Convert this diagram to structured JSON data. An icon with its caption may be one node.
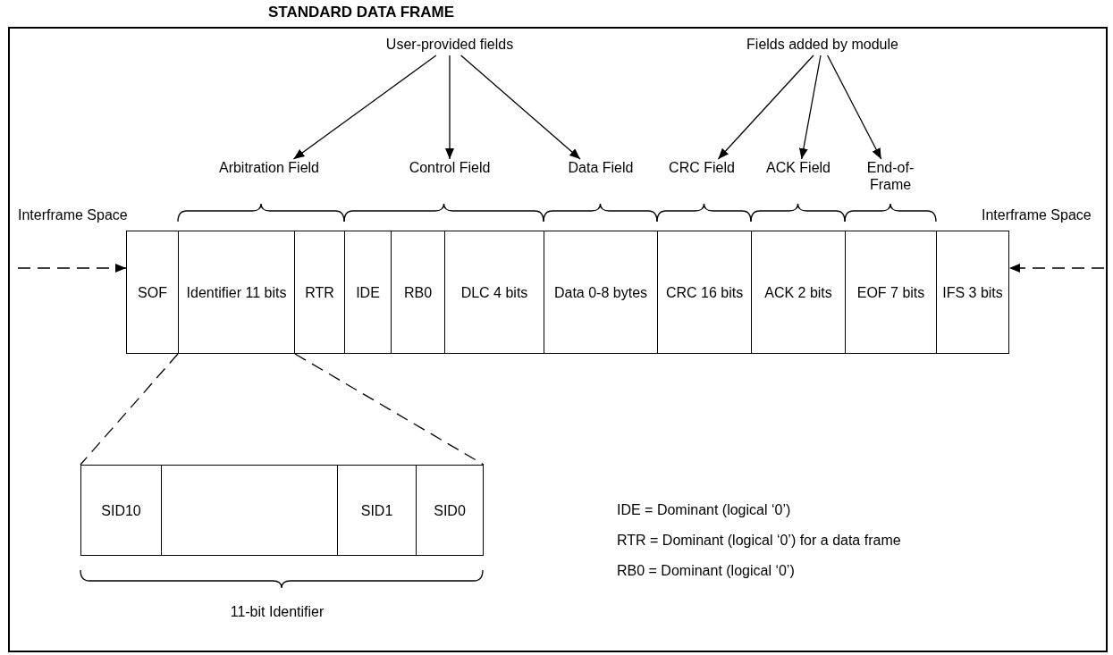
{
  "diagram": {
    "title": "STANDARD DATA FRAME",
    "nodes": [
      {
        "text": [
          "User-provided fields"
        ]
      },
      {
        "text": [
          "Fields added by module"
        ]
      },
      {
        "text": [
          "Arbitration Field"
        ]
      },
      {
        "text": [
          "Control Field"
        ]
      },
      {
        "text": [
          "Data Field"
        ]
      },
      {
        "text": [
          "CRC Field"
        ]
      },
      {
        "text": [
          "ACK Field"
        ]
      },
      {
        "text": [
          "End-of-Frame"
        ]
      },
      {
        "text": [
          "SOF"
        ]
      },
      {
        "text": [
          "Identifier 11 bits"
        ]
      },
      {
        "text": [
          "RTR"
        ]
      },
      {
        "text": [
          "IDE"
        ]
      },
      {
        "text": [
          "RB0"
        ]
      },
      {
        "text": [
          "DLC 4 bits"
        ]
      },
      {
        "text": [
          "Data 0-8 bytes"
        ]
      },
      {
        "text": [
          "CRC 16 bits"
        ]
      },
      {
        "text": [
          "ACK 2 bits"
        ]
      },
      {
        "text": [
          "EOF 7 bits"
        ]
      },
      {
        "text": [
          "IFS 3 bits"
        ]
      },
      {
        "text": [
          "SID10"
        ]
      },
      {
        "text": [],
        "shape": "box"
      },
      {
        "text": [
          "SID1"
        ]
      },
      {
        "text": [
          "SID0"
        ]
      },
      {
        "text": [
          "11-bit Identifier"
        ]
      }
    ],
    "edges": [
      {
        "from": 0,
        "to": 2,
        "arrow": "to"
      },
      {
        "from": 0,
        "to": 3,
        "arrow": "to"
      },
      {
        "from": 0,
        "to": 4,
        "arrow": "to"
      },
      {
        "from": 1,
        "to": 5,
        "arrow": "to"
      },
      {
        "from": 1,
        "to": 6,
        "arrow": "to"
      },
      {
        "from": 1,
        "to": 7,
        "arrow": "to"
      },
      {
        "from": null,
        "to": 8,
        "arrow": "to",
        "style": "dashed"
      },
      {
        "from": null,
        "to": 18,
        "arrow": "to",
        "style": "dashed"
      },
      {
        "from": 9,
        "to": 19,
        "arrow": "none",
        "style": "dashed"
      },
      {
        "from": 9,
        "to": 22,
        "arrow": "none",
        "style": "dashed"
      }
    ],
    "labels": [
      "Interframe Space",
      "Interframe Space",
      "IDE = Dominant (logical ‘0’)",
      "RTR = Dominant (logical ‘0’) for a data frame",
      "RB0 = Dominant (logical ‘0’)"
    ]
  }
}
